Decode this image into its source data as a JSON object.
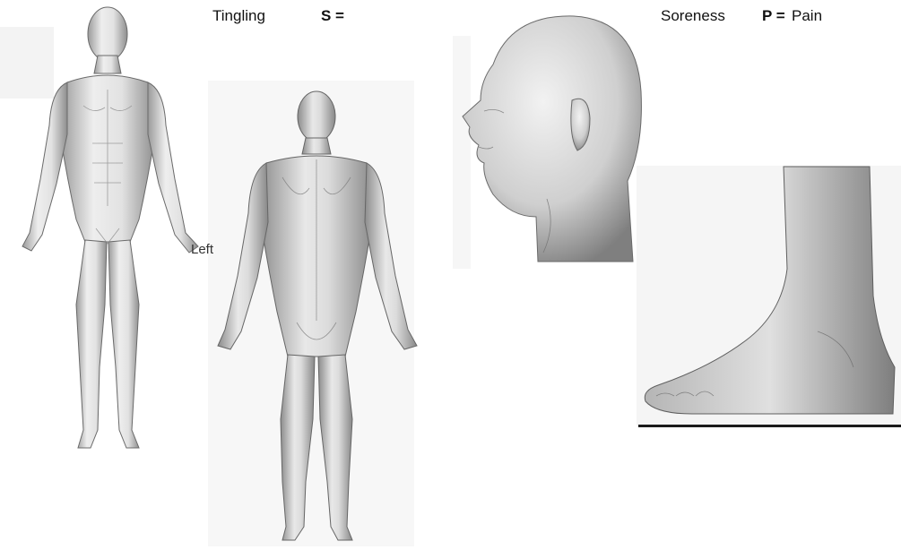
{
  "legend": {
    "tingling_label": "Tingling",
    "s_key": "S =",
    "soreness_label": "Soreness",
    "p_key": "P =",
    "pain_label": "Pain"
  },
  "labels": {
    "left_side": "Left"
  },
  "figures": [
    {
      "name": "front-body-figure",
      "view": "anterior"
    },
    {
      "name": "back-body-figure",
      "view": "posterior"
    },
    {
      "name": "head-profile-figure",
      "view": "right lateral"
    },
    {
      "name": "foot-profile-figure",
      "view": "medial"
    }
  ],
  "colors": {
    "skin_light": "#f2f2f2",
    "skin_mid": "#c9c9c9",
    "skin_dark": "#8a8a8a",
    "outline": "#5a5a5a"
  }
}
